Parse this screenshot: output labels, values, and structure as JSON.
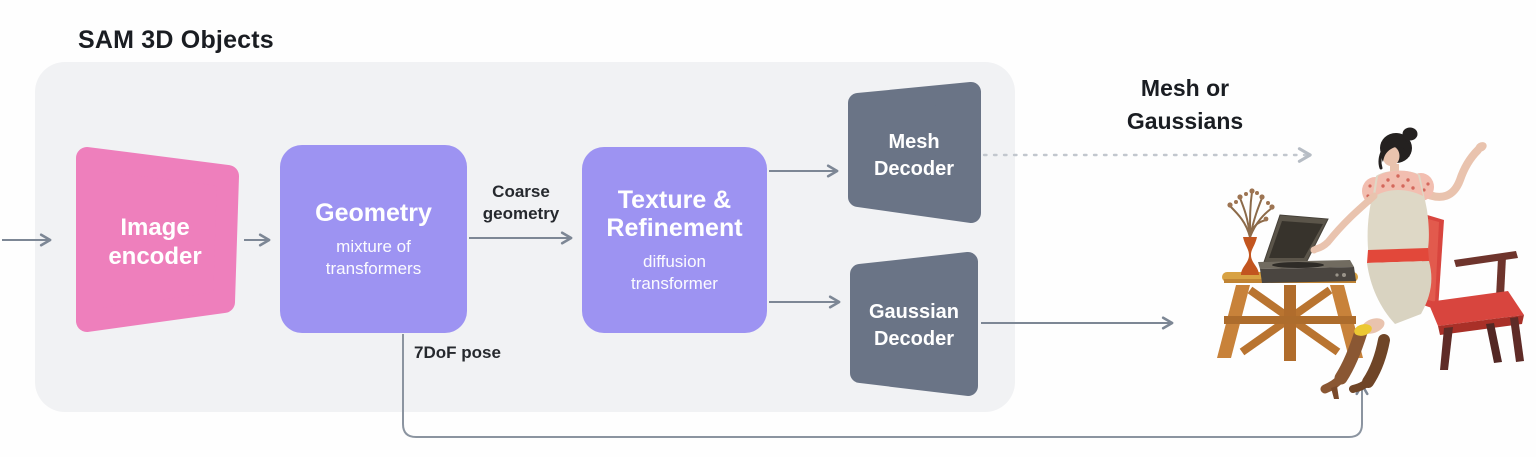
{
  "title": "SAM 3D Objects",
  "nodes": {
    "image_encoder": {
      "title": "Image encoder"
    },
    "geometry": {
      "title": "Geometry",
      "subtitle": "mixture of transformers"
    },
    "texture_refinement": {
      "title": "Texture & Refinement",
      "subtitle": "diffusion transformer"
    },
    "mesh_decoder": {
      "title": "Mesh Decoder"
    },
    "gaussian_decoder": {
      "title": "Gaussian Decoder"
    }
  },
  "annotations": {
    "coarse_geometry": "Coarse geometry",
    "pose": "7DoF pose",
    "output_label": "Mesh or Gaussians"
  },
  "icons": {
    "output_illustration": "3d-render-woman-record-player-table-chair"
  },
  "colors": {
    "encoder_pink": "#ee7fbc",
    "transformer_purple": "#9d93f2",
    "decoder_slate": "#6a7486",
    "container_bg": "#f1f2f4",
    "arrow_gray": "#7d8795",
    "dotted_gray": "#c2c7ce",
    "text_dark": "#1a1d22"
  }
}
